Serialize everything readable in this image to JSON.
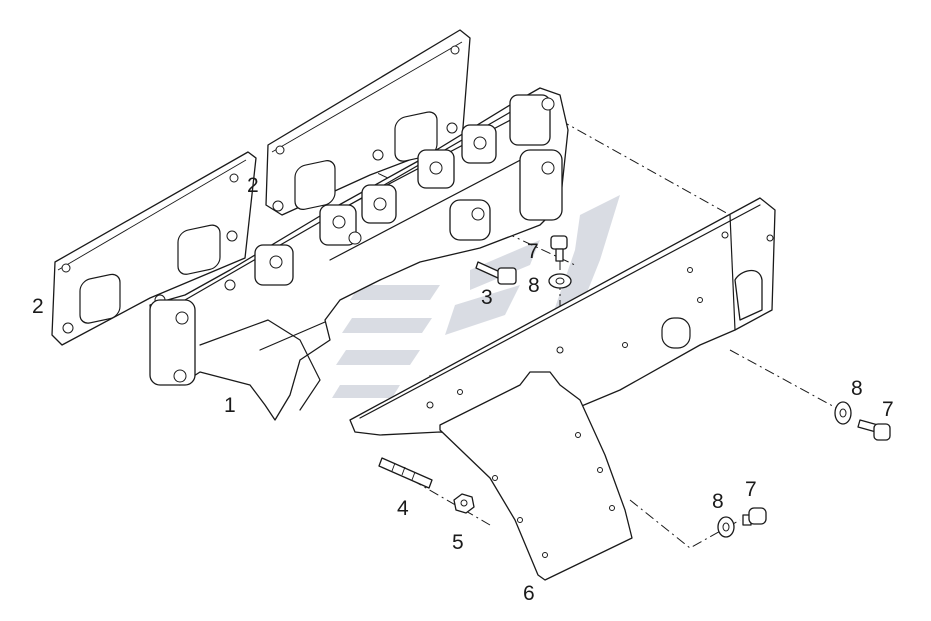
{
  "labels": {
    "manifold": "1",
    "gasket_left": "2",
    "gasket_right": "2",
    "bolt_center": "3",
    "stud": "4",
    "nut": "5",
    "heat_shield": "6",
    "screw_top": "7",
    "washer_top": "8",
    "washer_right": "8",
    "screw_right": "7",
    "washer_bottom": "8",
    "screw_bottom": "7"
  },
  "colors": {
    "line": "#1a1a1a",
    "watermark": "#b9c0cc",
    "background": "#ffffff"
  }
}
